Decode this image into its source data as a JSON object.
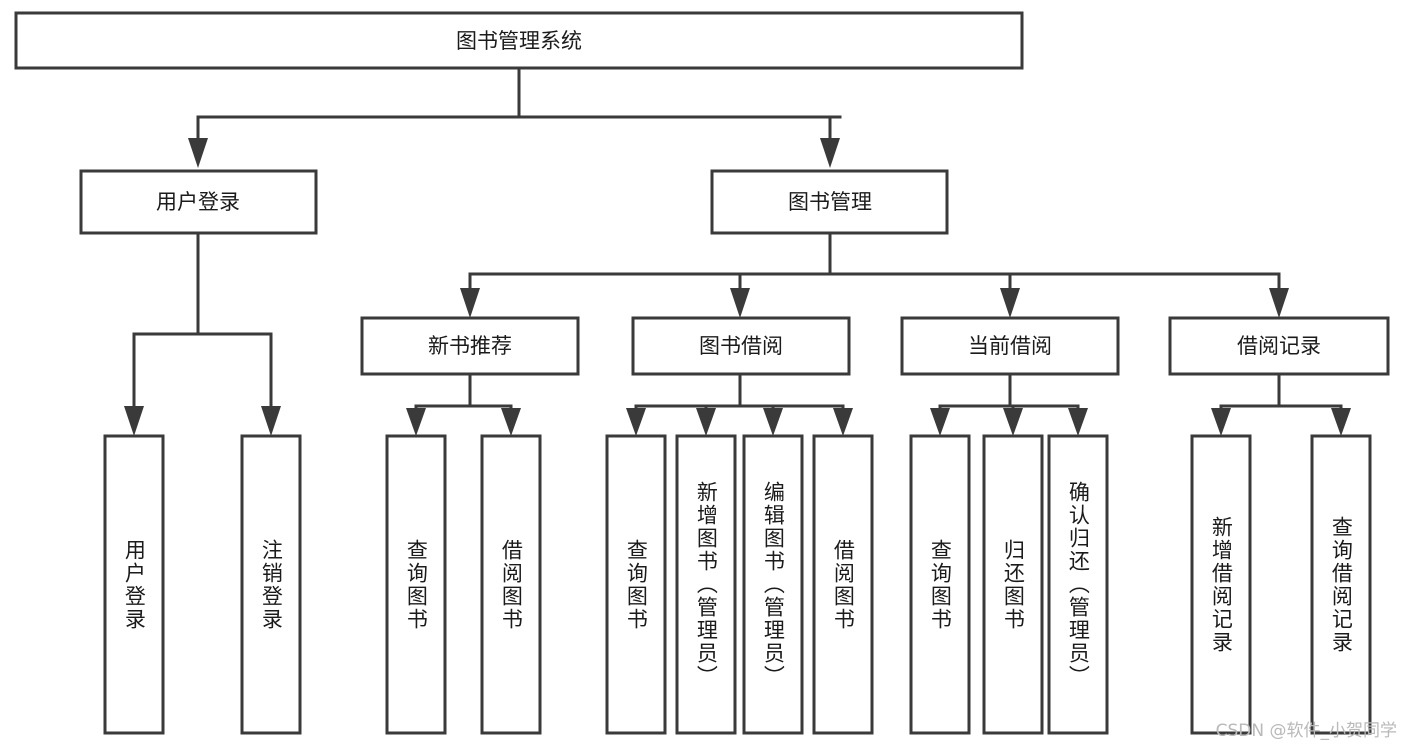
{
  "diagram": {
    "title_node": {
      "label": "图书管理系统"
    },
    "level2": [
      {
        "id": "user-login",
        "label": "用户登录"
      },
      {
        "id": "book-management",
        "label": "图书管理"
      }
    ],
    "level3": [
      {
        "id": "new-book-recommend",
        "label": "新书推荐"
      },
      {
        "id": "book-borrow",
        "label": "图书借阅"
      },
      {
        "id": "current-borrow",
        "label": "当前借阅"
      },
      {
        "id": "borrow-record",
        "label": "借阅记录"
      }
    ],
    "leaves": [
      {
        "id": "leaf-user-login",
        "label": "用户登录",
        "parent": "user-login"
      },
      {
        "id": "leaf-logout-login",
        "label": "注销登录",
        "parent": "user-login"
      },
      {
        "id": "leaf-query-book-1",
        "label": "查询图书",
        "parent": "new-book-recommend"
      },
      {
        "id": "leaf-borrow-book-1",
        "label": "借阅图书",
        "parent": "new-book-recommend"
      },
      {
        "id": "leaf-query-book-2",
        "label": "查询图书",
        "parent": "book-borrow"
      },
      {
        "id": "leaf-add-book",
        "label": "新增图书（管理员）",
        "parent": "book-borrow"
      },
      {
        "id": "leaf-edit-book",
        "label": "编辑图书（管理员）",
        "parent": "book-borrow"
      },
      {
        "id": "leaf-borrow-book-2",
        "label": "借阅图书",
        "parent": "book-borrow"
      },
      {
        "id": "leaf-query-book-3",
        "label": "查询图书",
        "parent": "current-borrow"
      },
      {
        "id": "leaf-return-book",
        "label": "归还图书",
        "parent": "current-borrow"
      },
      {
        "id": "leaf-confirm-return",
        "label": "确认归还（管理员）",
        "parent": "current-borrow"
      },
      {
        "id": "leaf-add-record",
        "label": "新增借阅记录",
        "parent": "borrow-record"
      },
      {
        "id": "leaf-query-record",
        "label": "查询借阅记录",
        "parent": "borrow-record"
      }
    ],
    "watermark": "CSDN @软件_小贺同学",
    "colors": {
      "stroke": "#3a3a3a",
      "box_fill": "#ffffff",
      "text": "#1b1b1b",
      "background": "#ffffff",
      "watermark": "#b9b9b9"
    }
  }
}
